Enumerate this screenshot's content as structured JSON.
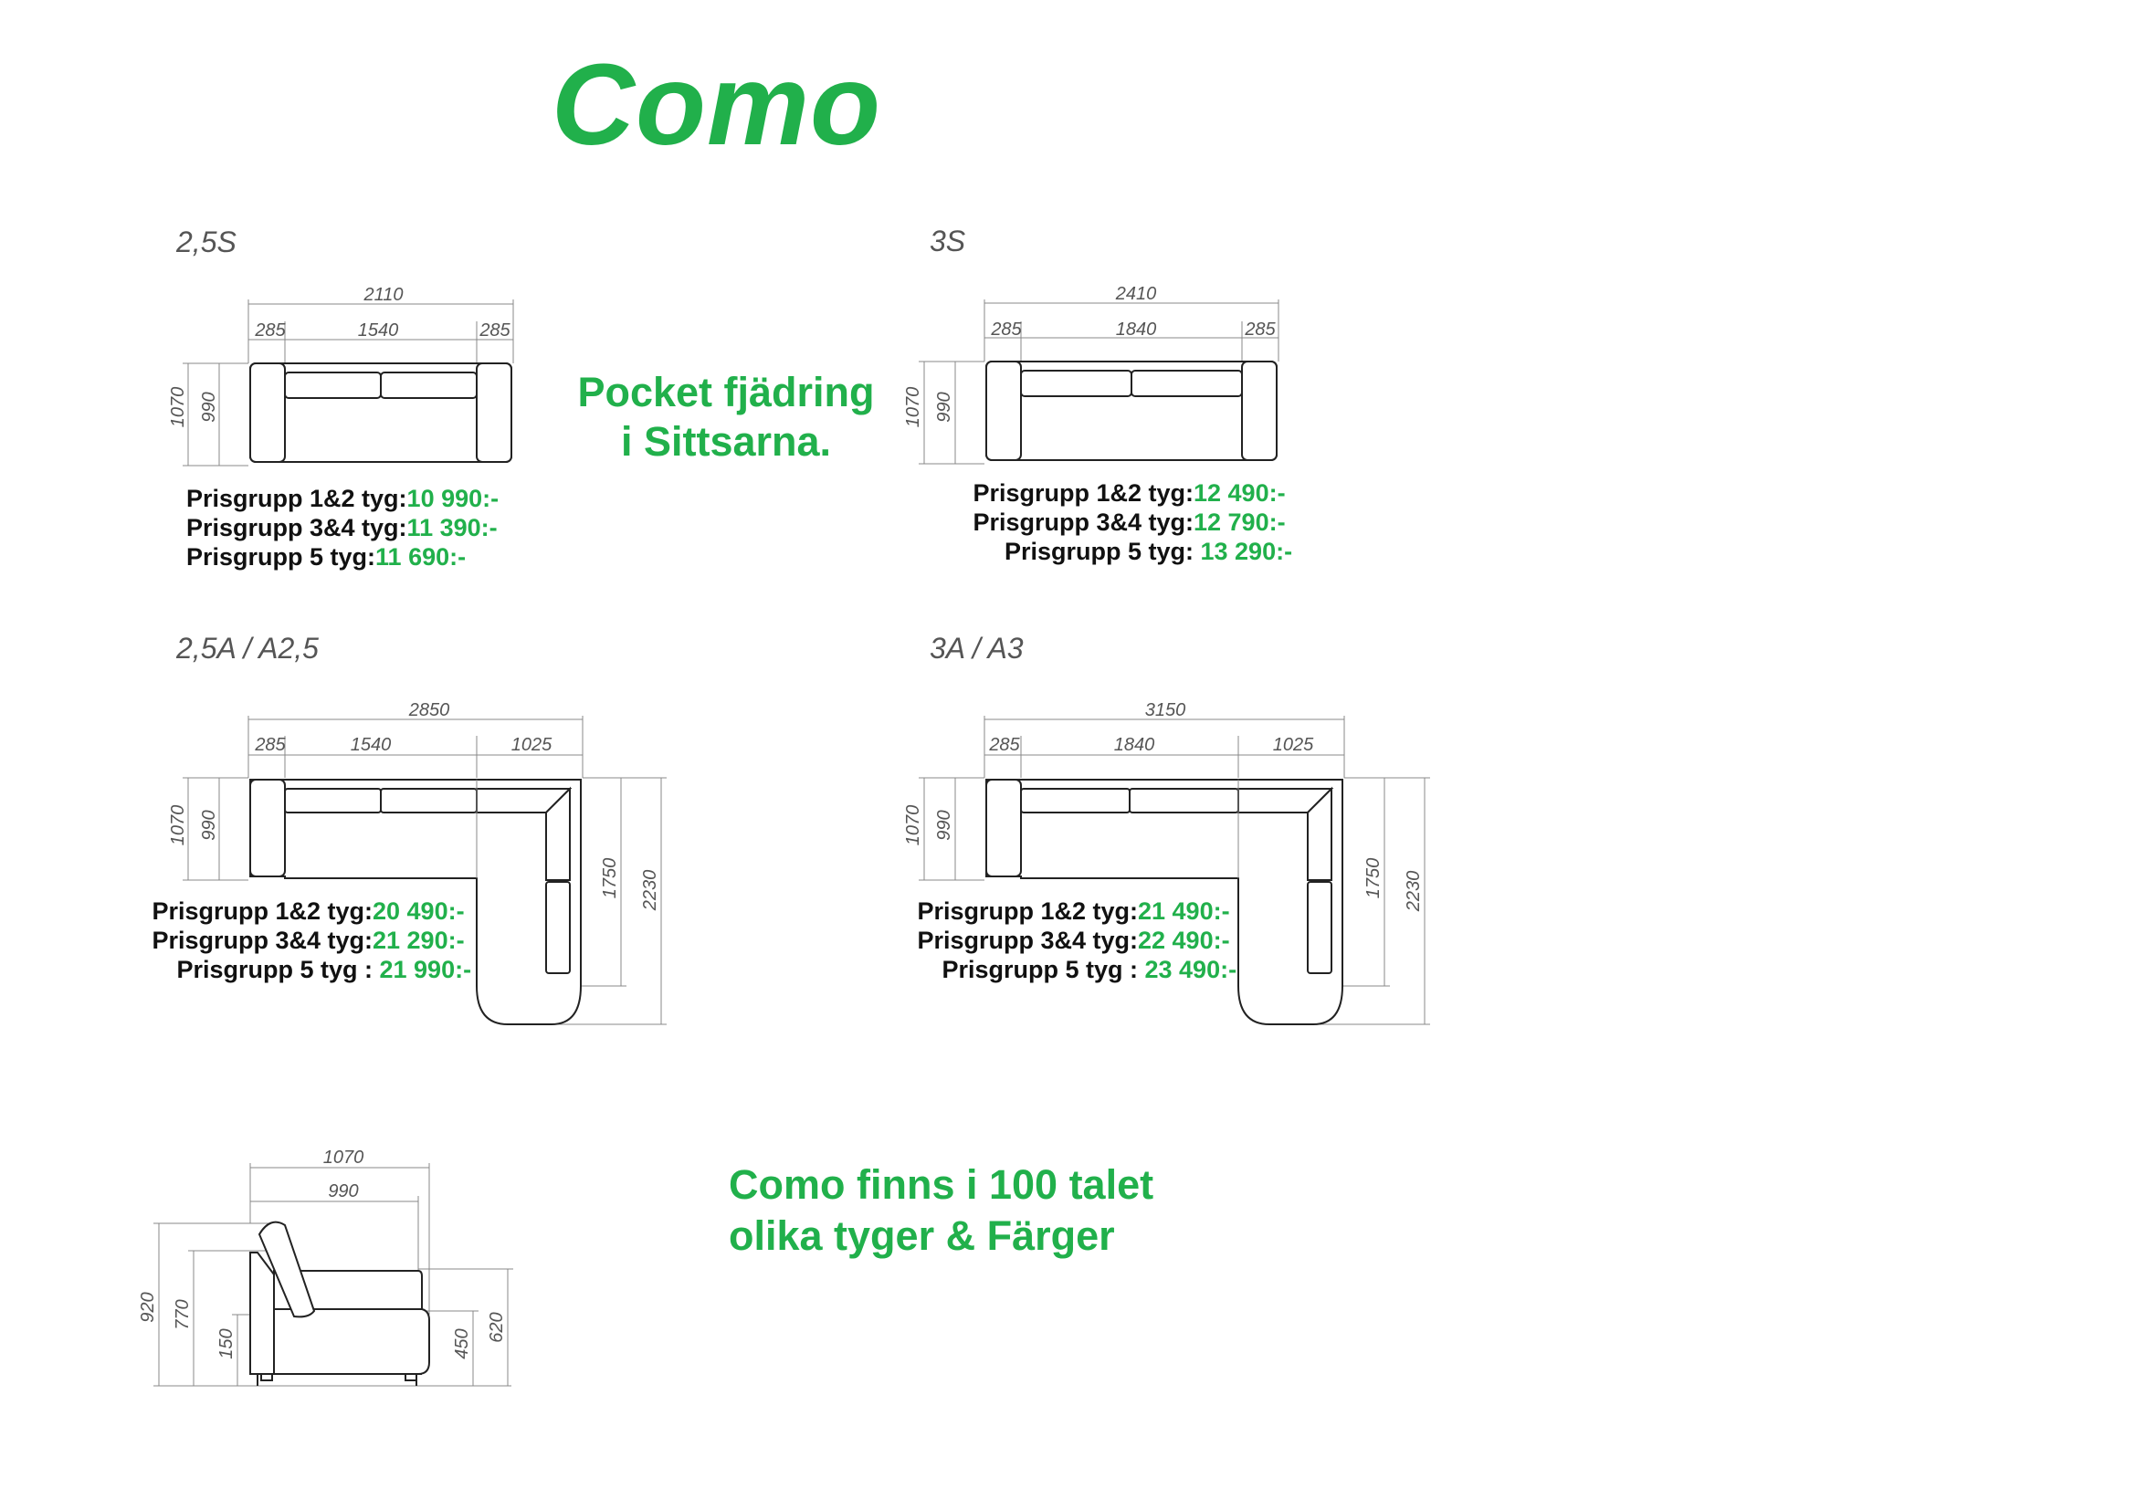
{
  "title": "Como",
  "pocket_note": [
    "Pocket fjädring",
    "i Sittsarna."
  ],
  "fabric_note": [
    "Como finns i 100 talet",
    "olika tyger & Färger"
  ],
  "colors": {
    "accent": "#21b04b",
    "text": "#111111",
    "drawing": "#222222",
    "dimension": "#555555"
  },
  "models": [
    {
      "code": "2,5S",
      "dims": {
        "total": "2110",
        "arm_left": "285",
        "seat": "1540",
        "arm_right": "285",
        "depth_total": "1070",
        "depth_seat": "990"
      },
      "prices": [
        {
          "label": "Prisgrupp 1&2 tyg:",
          "value": "10 990:-"
        },
        {
          "label": "Prisgrupp 3&4 tyg:",
          "value": "11 390:-"
        },
        {
          "label": "Prisgrupp 5 tyg:",
          "value": "11 690:-"
        }
      ]
    },
    {
      "code": "3S",
      "dims": {
        "total": "2410",
        "arm_left": "285",
        "seat": "1840",
        "arm_right": "285",
        "depth_total": "1070",
        "depth_seat": "990"
      },
      "prices": [
        {
          "label": "Prisgrupp 1&2 tyg:",
          "value": "12 490:-"
        },
        {
          "label": "Prisgrupp 3&4 tyg:",
          "value": "12 790:-"
        },
        {
          "label": "Prisgrupp 5 tyg:",
          "value": " 13 290:-"
        }
      ]
    },
    {
      "code": "2,5A / A2,5",
      "dims": {
        "total": "2850",
        "arm_left": "285",
        "seat": "1540",
        "corner": "1025",
        "depth_total": "1070",
        "depth_seat": "990",
        "long_inner": "1750",
        "long_total": "2230"
      },
      "prices": [
        {
          "label": "Prisgrupp 1&2 tyg:",
          "value": "20 490:-"
        },
        {
          "label": "Prisgrupp 3&4 tyg:",
          "value": "21 290:-"
        },
        {
          "label": "Prisgrupp 5 tyg :",
          "value": " 21 990:-"
        }
      ]
    },
    {
      "code": "3A / A3",
      "dims": {
        "total": "3150",
        "arm_left": "285",
        "seat": "1840",
        "corner": "1025",
        "depth_total": "1070",
        "depth_seat": "990",
        "long_inner": "1750",
        "long_total": "2230"
      },
      "prices": [
        {
          "label": "Prisgrupp 1&2 tyg:",
          "value": "21 490:-"
        },
        {
          "label": "Prisgrupp 3&4 tyg:",
          "value": "22 490:-"
        },
        {
          "label": "Prisgrupp 5 tyg :",
          "value": " 23 490:-"
        }
      ]
    }
  ],
  "side_view": {
    "depth_total": "1070",
    "depth_seat": "990",
    "height_total": "920",
    "height_back": "770",
    "height_leg": "150",
    "height_seat": "450",
    "height_arm": "620"
  }
}
